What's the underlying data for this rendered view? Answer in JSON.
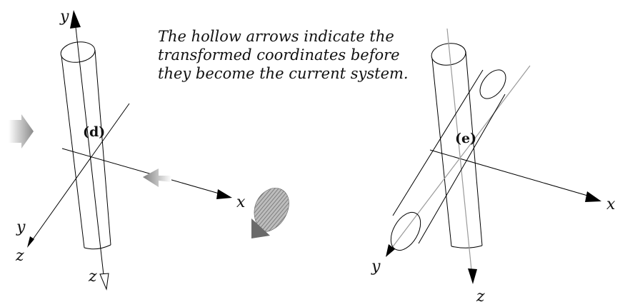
{
  "caption": {
    "line1": "The hollow arrows indicate the",
    "line2": "transformed coordinates before",
    "line3": "they become the current system."
  },
  "panel_d": {
    "label": "(d)",
    "axis_y_top": "y",
    "axis_x": "x",
    "axis_y_bottom": "y",
    "axis_z_left": "z",
    "axis_z_bottom": "z"
  },
  "panel_e": {
    "label": "(e)",
    "axis_x": "x",
    "axis_y": "y",
    "axis_z": "z"
  }
}
